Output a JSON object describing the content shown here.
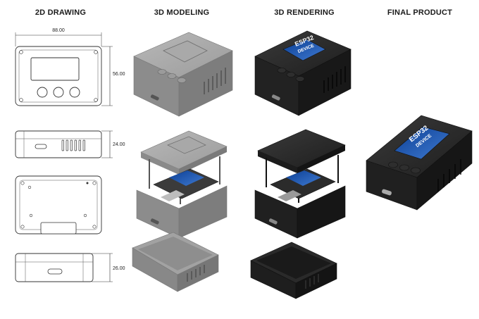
{
  "headers": {
    "drawing": "2D DRAWING",
    "modeling": "3D MODELING",
    "rendering": "3D RENDERING",
    "final": "FINAL PRODUCT"
  },
  "dimensions": {
    "width": "88.00",
    "height": "56.00",
    "depth_top": "24.00",
    "depth_bottom": "26.00"
  },
  "screen_text": {
    "line1": "ESP32",
    "line2": "DEVICE"
  },
  "colors": {
    "model_gray": "#9a9a9a",
    "render_black": "#262626",
    "screen_blue": "#1f56a8"
  }
}
